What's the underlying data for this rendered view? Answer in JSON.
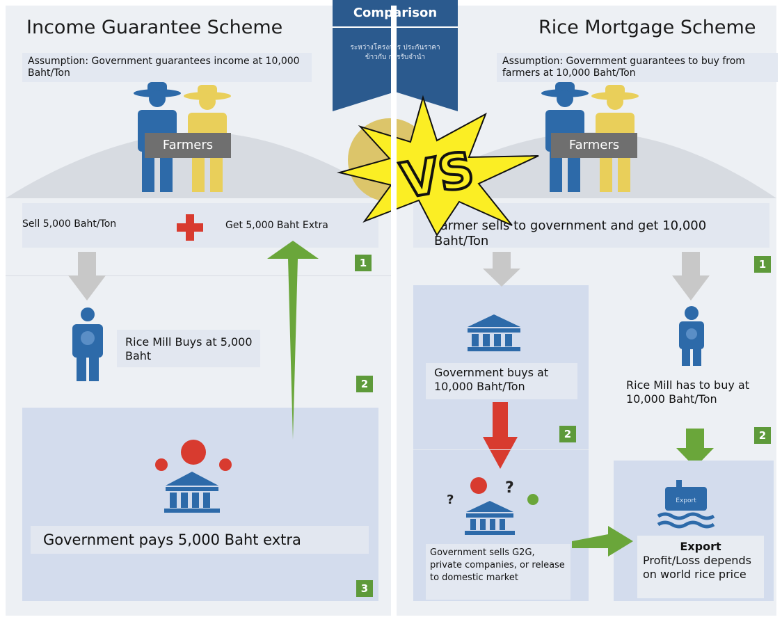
{
  "ribbon": {
    "title": "Comparison",
    "thai_text": "ระหว่างโครงการ ประกันราคาข้าวกับ การรับจำนำ"
  },
  "vs_label": "VS",
  "left": {
    "title": "Income Guarantee Scheme",
    "assumption": "Assumption: Government guarantees income at 10,000 Baht/Ton",
    "farmers_label": "Farmers",
    "sell_text": "Sell 5,000 Baht/Ton",
    "extra_text": "Get 5,000 Baht Extra",
    "mill_text": "Rice Mill Buys at 5,000 Baht",
    "gov_text": "Government pays 5,000 Baht extra",
    "step1": "1",
    "step2": "2",
    "step3": "3"
  },
  "right": {
    "title": "Rice Mortgage Scheme",
    "assumption": "Assumption: Government guarantees to buy from farmers at 10,000 Baht/Ton",
    "farmers_label": "Farmers",
    "sell_text": "Farmer sells to government and get 10,000 Baht/Ton",
    "gov_buys_text": "Government buys at 10,000 Baht/Ton",
    "mill_text": "Rice Mill has to buy at 10,000 Baht/Ton",
    "gov_sells_text": "Government sells G2G, private companies, or release to domestic market",
    "export_title": "Export",
    "export_text": "Profit/Loss depends on world rice price",
    "export_icon_label": "Export",
    "step1": "1",
    "step2a": "2",
    "step2b": "2"
  },
  "colors": {
    "ribbon": "#2b5a8e",
    "person_blue": "#2d6aa9",
    "person_yellow": "#e9cf5a",
    "green_arrow": "#6aa63a",
    "red_arrow": "#d83b2f",
    "grey_arrow": "#c8c8c8",
    "step_badge": "#5e9a3a",
    "star": "#fbee24"
  },
  "icons": [
    "baht-coin-icon",
    "bank-building-icon",
    "red-cross-plus-icon",
    "question-mark-icon",
    "export-ship-icon"
  ]
}
